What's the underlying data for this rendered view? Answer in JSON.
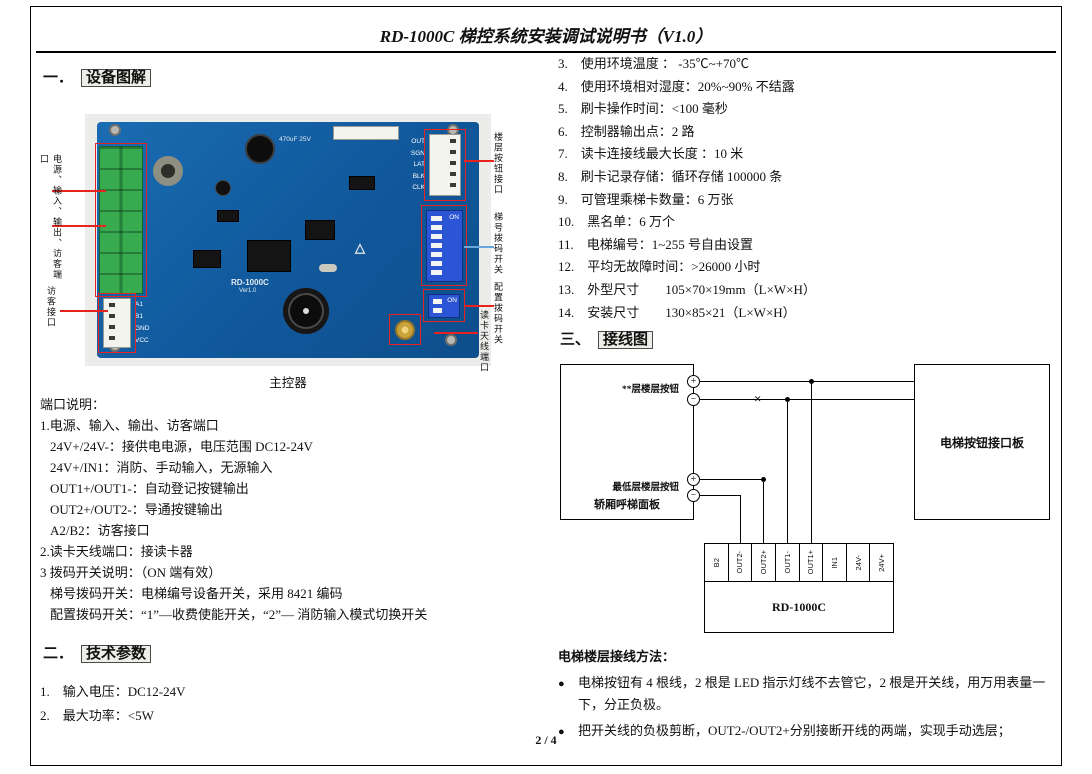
{
  "doc": {
    "title": "RD-1000C 梯控系统安装调试说明书（V1.0）",
    "page_number": "2 / 4"
  },
  "sections": {
    "s1_no": "一．",
    "s1_title": "设备图解",
    "s2_no": "二．",
    "s2_title": "技术参数",
    "s3_no": "三、",
    "s3_title": "接线图"
  },
  "figure": {
    "caption": "主控器",
    "silkscreen_model": "RD-1000C",
    "silkscreen_ver": "Ver1.0",
    "cap_label": "470uF 25V",
    "dip_on_label": "ON",
    "triangle_mark": "△",
    "top_connector_pins": [
      "OUT",
      "SGN",
      "LAT",
      "BLK",
      "CLK"
    ],
    "bottom_connector_pins": [
      "A1",
      "B1",
      "GND",
      "VCC"
    ],
    "annotations": {
      "power_io_port": "电源、输入、输出、访客端口",
      "visitor_port": "访客接口",
      "floor_button_port": "楼层按钮接口",
      "elevator_no_dip": "梯号拨码开关",
      "config_dip": "配置拨码开关",
      "antenna_port": "读卡天线端口"
    }
  },
  "port_desc": {
    "title": "端口说明：",
    "lines": [
      "1.电源、输入、输出、访客端口",
      "24V+/24V-：接供电电源，电压范围 DC12-24V",
      "24V+/IN1：消防、手动输入，无源输入",
      "OUT1+/OUT1-：自动登记按键输出",
      "OUT2+/OUT2-：导通按键输出",
      "A2/B2：访客接口",
      "2.读卡天线端口：接读卡器",
      "3 拨码开关说明：（ON 端有效）",
      "梯号拨码开关：电梯编号设备开关，采用 8421 编码",
      "配置拨码开关：“1”—收费使能开关，“2”— 消防输入模式切换开关"
    ]
  },
  "tech_params": {
    "left": [
      "1.　输入电压：DC12-24V",
      "2.　最大功率：<5W"
    ],
    "right": [
      "3.　使用环境温度 ： -35℃~+70℃",
      "4.　使用环境相对湿度：20%~90% 不结露",
      "5.　刷卡操作时间：<100 毫秒",
      "6.　控制器输出点：2 路",
      "7.　读卡连接线最大长度 ：10 米",
      "8.　刷卡记录存储：循环存储 100000 条",
      "9.　可管理乘梯卡数量：6 万张",
      "10.　黑名单：6 万个",
      "11.　电梯编号：1~255 号自由设置",
      "12.　平均无故障时间：>26000 小时",
      "13.　外型尺寸　　105×70×19mm（L×W×H）",
      "14.　安装尺寸　　130×85×21（L×W×H）"
    ]
  },
  "diagram": {
    "floor_button_label": "**层楼层按钮",
    "lowest_floor_label": "最低层楼层按钮",
    "car_panel_label": "轿厢呼梯面板",
    "button_board_label": "电梯按钮接口板",
    "controller_label": "RD-1000C",
    "terminals": [
      "B2",
      "OUT2-",
      "OUT2+",
      "OUT1-",
      "OUT1+",
      "IN1",
      "24V-",
      "24V+"
    ],
    "plus_symbol": "+",
    "minus_symbol": "−",
    "cut_symbol": "×"
  },
  "wiring_method": {
    "title": "电梯楼层接线方法：",
    "bullet_char": "●",
    "bullets": [
      "电梯按钮有 4 根线，2 根是 LED 指示灯线不去管它，2 根是开关线，用万用表量一下，分正负极。",
      "把开关线的负极剪断，OUT2-/OUT2+分别接断开线的两端，实现手动选层；"
    ]
  }
}
